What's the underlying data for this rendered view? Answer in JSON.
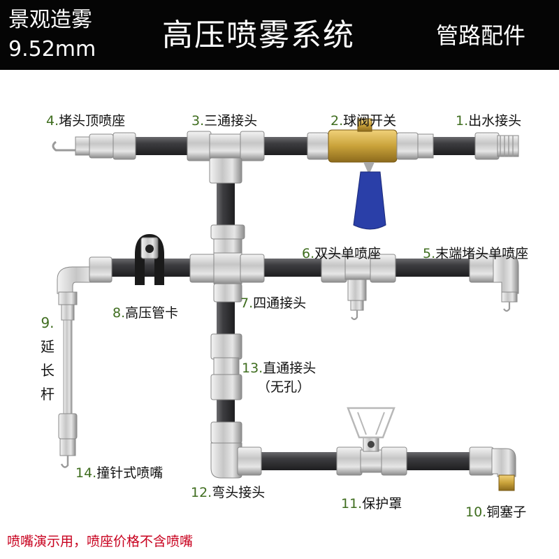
{
  "header": {
    "left_line1": "景观造雾",
    "left_line2": "9.52mm",
    "title": "高压喷雾系统",
    "right": "管路配件"
  },
  "parts": [
    {
      "num": "1.",
      "name": "出水接头"
    },
    {
      "num": "2.",
      "name": "球阀开关"
    },
    {
      "num": "3.",
      "name": "三通接头"
    },
    {
      "num": "4.",
      "name": "堵头顶喷座"
    },
    {
      "num": "5.",
      "name": "末端堵头单喷座"
    },
    {
      "num": "6.",
      "name": "双头单喷座"
    },
    {
      "num": "7.",
      "name": "四通接头"
    },
    {
      "num": "8.",
      "name": "高压管卡"
    },
    {
      "num": "9.",
      "name": "延长杆",
      "chars": [
        "延",
        "长",
        "杆"
      ]
    },
    {
      "num": "10.",
      "name": "铜塞子"
    },
    {
      "num": "11.",
      "name": "保护罩"
    },
    {
      "num": "12.",
      "name": "弯头接头"
    },
    {
      "num": "13.",
      "name": "直通接头",
      "note": "（无孔）"
    },
    {
      "num": "14.",
      "name": "撞针式喷嘴"
    }
  ],
  "footer": "喷嘴演示用，喷座价格不含喷嘴",
  "colors": {
    "header_bg": "#050505",
    "label_number": "#3f6d1f",
    "footer_text": "#c8001e",
    "pipe": "#3a3a3c",
    "valve_handle": "#2a3fa8",
    "brass": "#c9a23a"
  }
}
